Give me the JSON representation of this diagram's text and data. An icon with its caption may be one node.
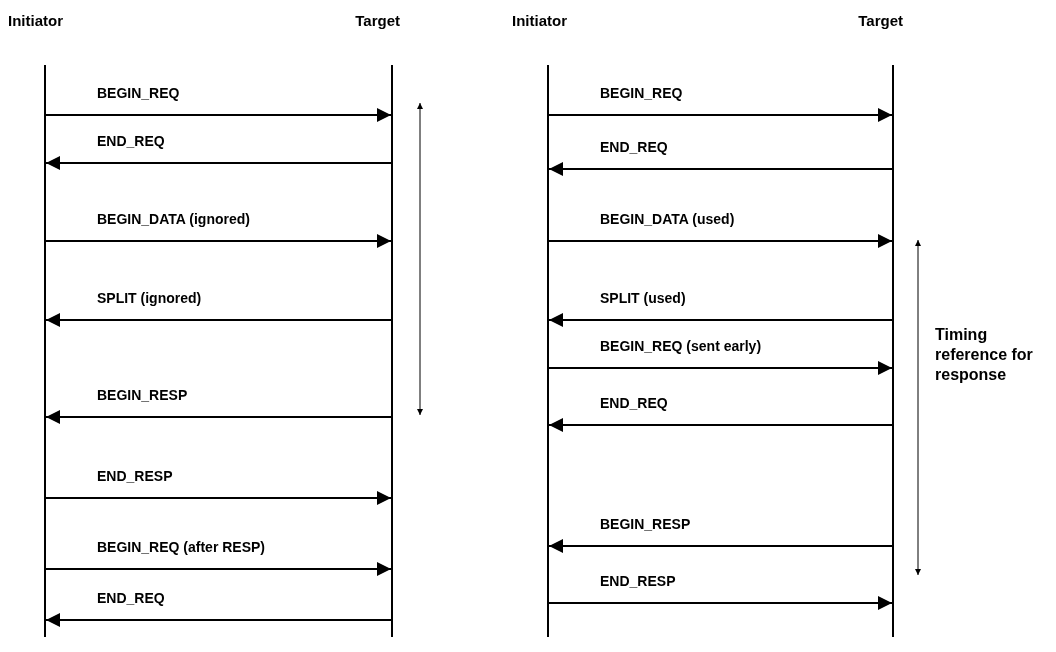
{
  "diagram": {
    "nodes": [
      {
        "text": [
          "Initiator"
        ]
      },
      {
        "text": [
          "Target"
        ]
      },
      {
        "text": [
          "Initiator"
        ]
      },
      {
        "text": [
          "Target"
        ]
      }
    ],
    "edges": [
      {
        "from": 0,
        "to": 1,
        "arrow": "to",
        "label": "BEGIN_REQ"
      },
      {
        "from": 1,
        "to": 0,
        "arrow": "to",
        "label": "END_REQ"
      },
      {
        "from": 0,
        "to": 1,
        "arrow": "to",
        "label": "BEGIN_DATA (ignored)"
      },
      {
        "from": 1,
        "to": 0,
        "arrow": "to",
        "label": "SPLIT (ignored)"
      },
      {
        "from": 1,
        "to": 0,
        "arrow": "to",
        "label": "BEGIN_RESP"
      },
      {
        "from": 0,
        "to": 1,
        "arrow": "to",
        "label": "END_RESP"
      },
      {
        "from": 0,
        "to": 1,
        "arrow": "to",
        "label": "BEGIN_REQ (after RESP)"
      },
      {
        "from": 1,
        "to": 0,
        "arrow": "to",
        "label": "END_REQ"
      },
      {
        "from": 2,
        "to": 3,
        "arrow": "to",
        "label": "BEGIN_REQ"
      },
      {
        "from": 3,
        "to": 2,
        "arrow": "to",
        "label": "END_REQ"
      },
      {
        "from": 2,
        "to": 3,
        "arrow": "to",
        "label": "BEGIN_DATA (used)"
      },
      {
        "from": 3,
        "to": 2,
        "arrow": "to",
        "label": "SPLIT (used)"
      },
      {
        "from": 2,
        "to": 3,
        "arrow": "to",
        "label": "BEGIN_REQ (sent early)"
      },
      {
        "from": 3,
        "to": 2,
        "arrow": "to",
        "label": "END_REQ"
      },
      {
        "from": 3,
        "to": 2,
        "arrow": "to",
        "label": "BEGIN_RESP"
      },
      {
        "from": 2,
        "to": 3,
        "arrow": "to",
        "label": "END_RESP"
      }
    ],
    "labels": [
      "Timing reference for response"
    ]
  }
}
